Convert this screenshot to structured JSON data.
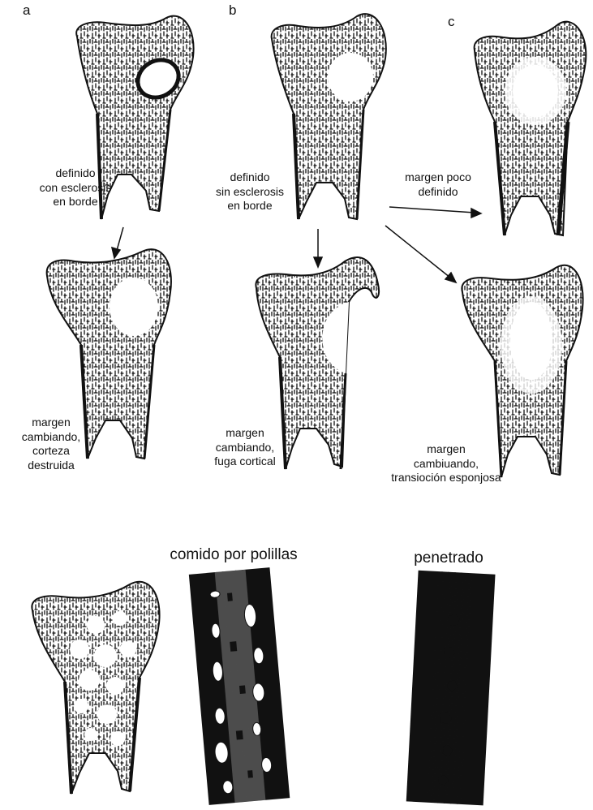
{
  "panels": {
    "a": "a",
    "b": "b",
    "c": "c"
  },
  "labels": {
    "a_top": [
      "definido",
      "con esclerosis",
      "en borde"
    ],
    "b_top": [
      "definido",
      "sin esclerosis",
      "en borde"
    ],
    "c_top": [
      "margen poco",
      "definido"
    ],
    "a_bottom": [
      "margen",
      "cambiando,",
      "corteza",
      "destruida"
    ],
    "b_bottom": [
      "margen",
      "cambiando,",
      "fuga cortical"
    ],
    "c_bottom": [
      "margen",
      "cambiuando,",
      "transioción esponjosa"
    ]
  },
  "bottom_titles": {
    "moth": "comido por polillas",
    "pen": "penetrado"
  },
  "colors": {
    "ink": "#111111",
    "background": "#ffffff"
  }
}
